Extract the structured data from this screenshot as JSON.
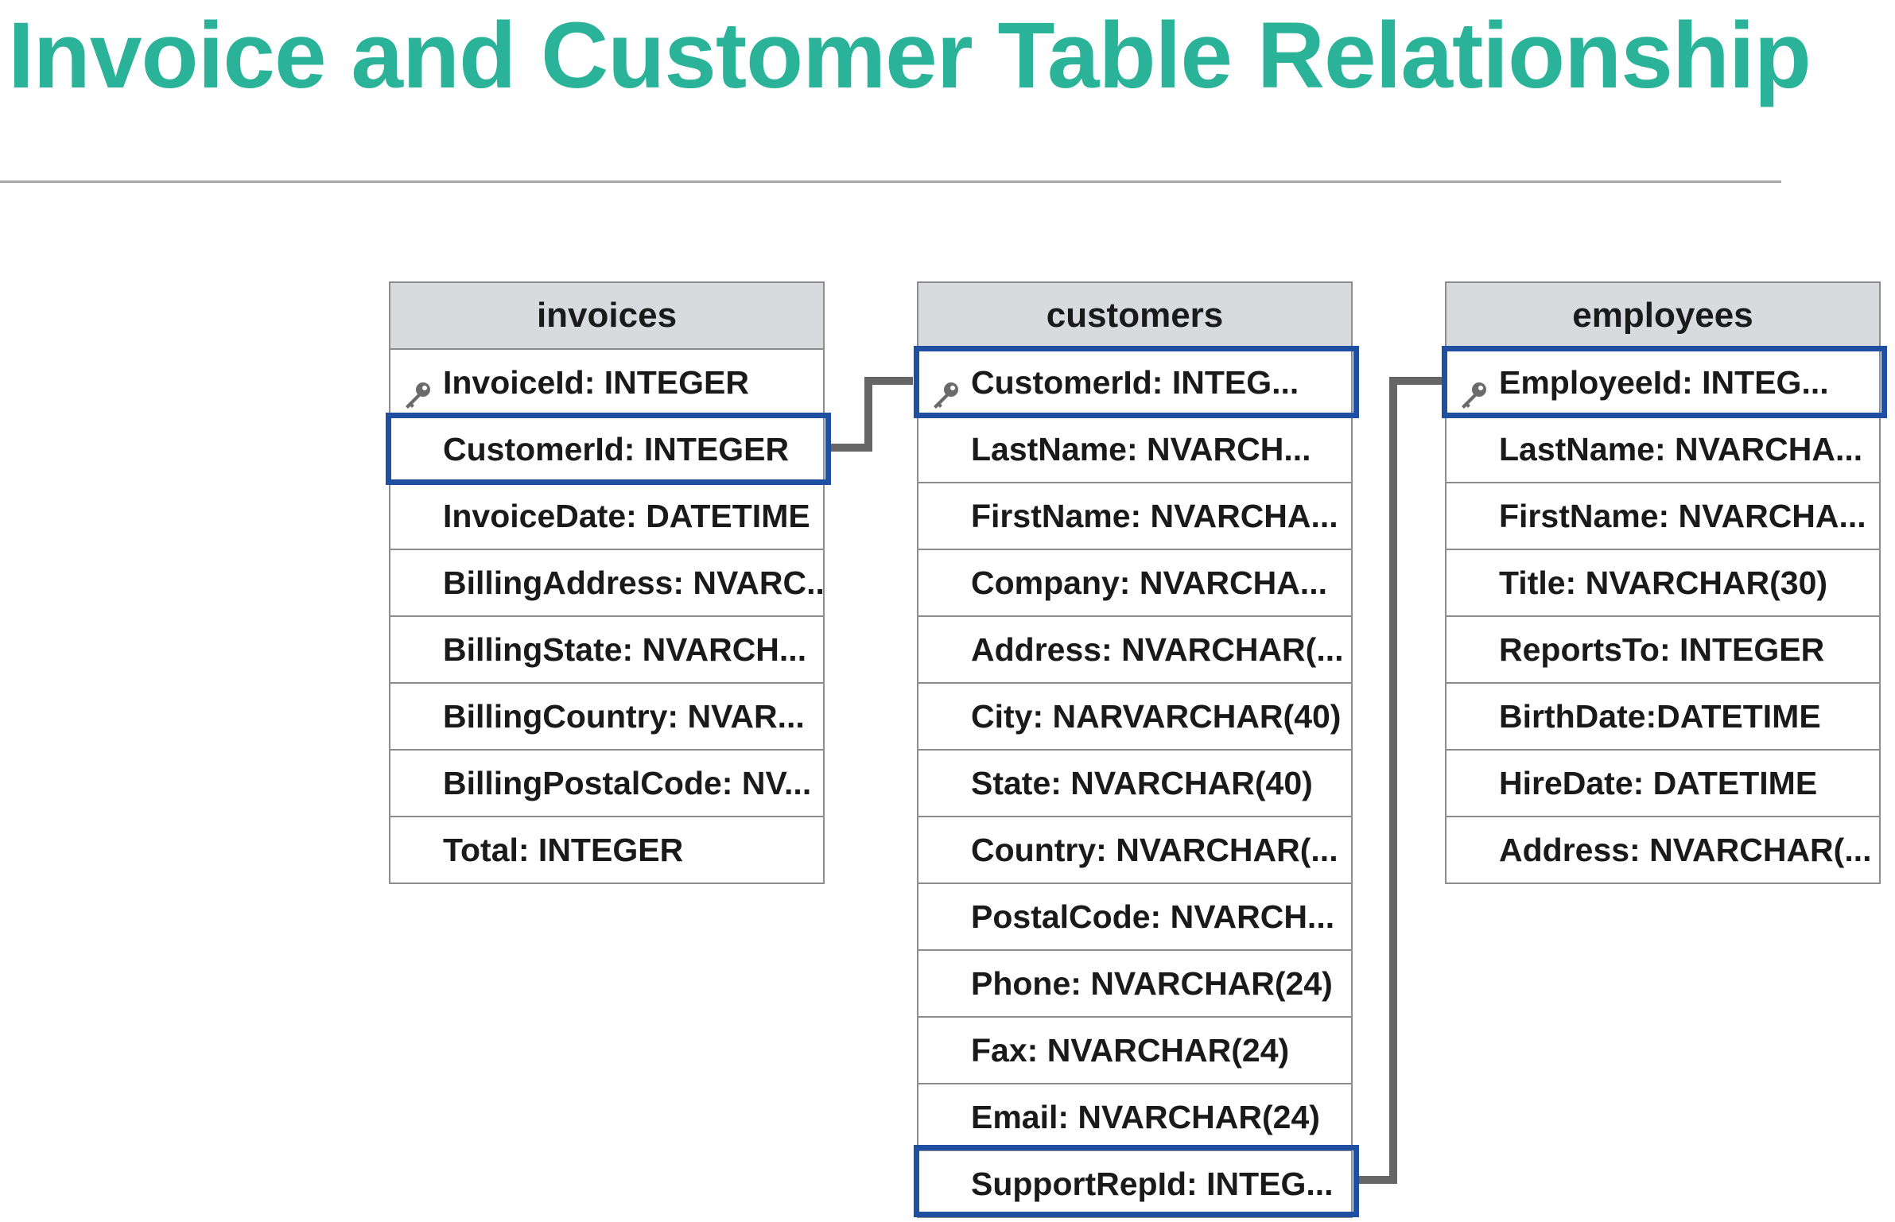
{
  "title": "Invoice and Customer Table Relationship",
  "tables": [
    {
      "name": "invoices",
      "columns": [
        {
          "label": "InvoiceId: INTEGER",
          "key": true
        },
        {
          "label": "CustomerId: INTEGER",
          "key": false
        },
        {
          "label": "InvoiceDate: DATETIME",
          "key": false
        },
        {
          "label": "BillingAddress: NVARC...",
          "key": false
        },
        {
          "label": "BillingState: NVARCH...",
          "key": false
        },
        {
          "label": "BillingCountry: NVAR...",
          "key": false
        },
        {
          "label": "BillingPostalCode: NV...",
          "key": false
        },
        {
          "label": "Total: INTEGER",
          "key": false
        }
      ]
    },
    {
      "name": "customers",
      "columns": [
        {
          "label": "CustomerId: INTEG...",
          "key": true
        },
        {
          "label": "LastName: NVARCH...",
          "key": false
        },
        {
          "label": "FirstName: NVARCHA...",
          "key": false
        },
        {
          "label": "Company: NVARCHA...",
          "key": false
        },
        {
          "label": "Address: NVARCHAR(...",
          "key": false
        },
        {
          "label": "City: NARVARCHAR(40)",
          "key": false
        },
        {
          "label": "State: NVARCHAR(40)",
          "key": false
        },
        {
          "label": "Country: NVARCHAR(...",
          "key": false
        },
        {
          "label": "PostalCode: NVARCH...",
          "key": false
        },
        {
          "label": "Phone: NVARCHAR(24)",
          "key": false
        },
        {
          "label": "Fax: NVARCHAR(24)",
          "key": false
        },
        {
          "label": "Email: NVARCHAR(24)",
          "key": false
        },
        {
          "label": "SupportRepId: INTEG...",
          "key": false
        }
      ]
    },
    {
      "name": "employees",
      "columns": [
        {
          "label": "EmployeeId: INTEG...",
          "key": true
        },
        {
          "label": "LastName: NVARCHA...",
          "key": false
        },
        {
          "label": "FirstName: NVARCHA...",
          "key": false
        },
        {
          "label": "Title: NVARCHAR(30)",
          "key": false
        },
        {
          "label": "ReportsTo: INTEGER",
          "key": false
        },
        {
          "label": "BirthDate:DATETIME",
          "key": false
        },
        {
          "label": "HireDate: DATETIME",
          "key": false
        },
        {
          "label": "Address: NVARCHAR(...",
          "key": false
        }
      ]
    }
  ],
  "relationships": [
    {
      "from_table": "invoices",
      "from_column": "CustomerId: INTEGER",
      "to_table": "customers",
      "to_column": "CustomerId: INTEG..."
    },
    {
      "from_table": "customers",
      "from_column": "SupportRepId: INTEG...",
      "to_table": "employees",
      "to_column": "EmployeeId: INTEG..."
    }
  ],
  "colors": {
    "title": "#2bb39a",
    "highlight_border": "#1e4fa0",
    "connector": "#666666",
    "table_header_bg": "#d9dadd",
    "table_border": "#8c8c8c"
  },
  "icons": {
    "primary_key": "key-icon"
  }
}
